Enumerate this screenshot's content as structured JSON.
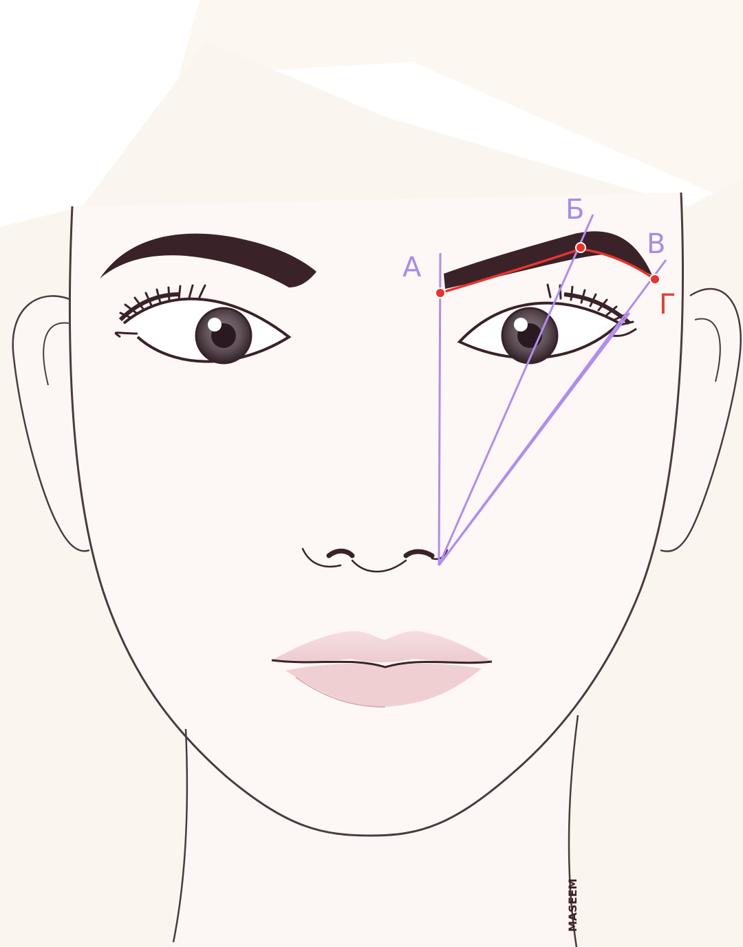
{
  "diagram": {
    "points": [
      {
        "id": "A",
        "label": "А"
      },
      {
        "id": "B",
        "label": "Б"
      },
      {
        "id": "V",
        "label": "В"
      },
      {
        "id": "G",
        "label": "Г"
      }
    ]
  },
  "watermark": "MASEEM",
  "colors": {
    "guide_line": "#b08cf0",
    "guide_label": "#a98be8",
    "brow_outline": "#e8342c",
    "accent_label": "#e04030",
    "brow": "#3a2229",
    "face_line": "#4a3a40",
    "skin": "#fdf7f5",
    "lips": "#f1d2d5"
  }
}
